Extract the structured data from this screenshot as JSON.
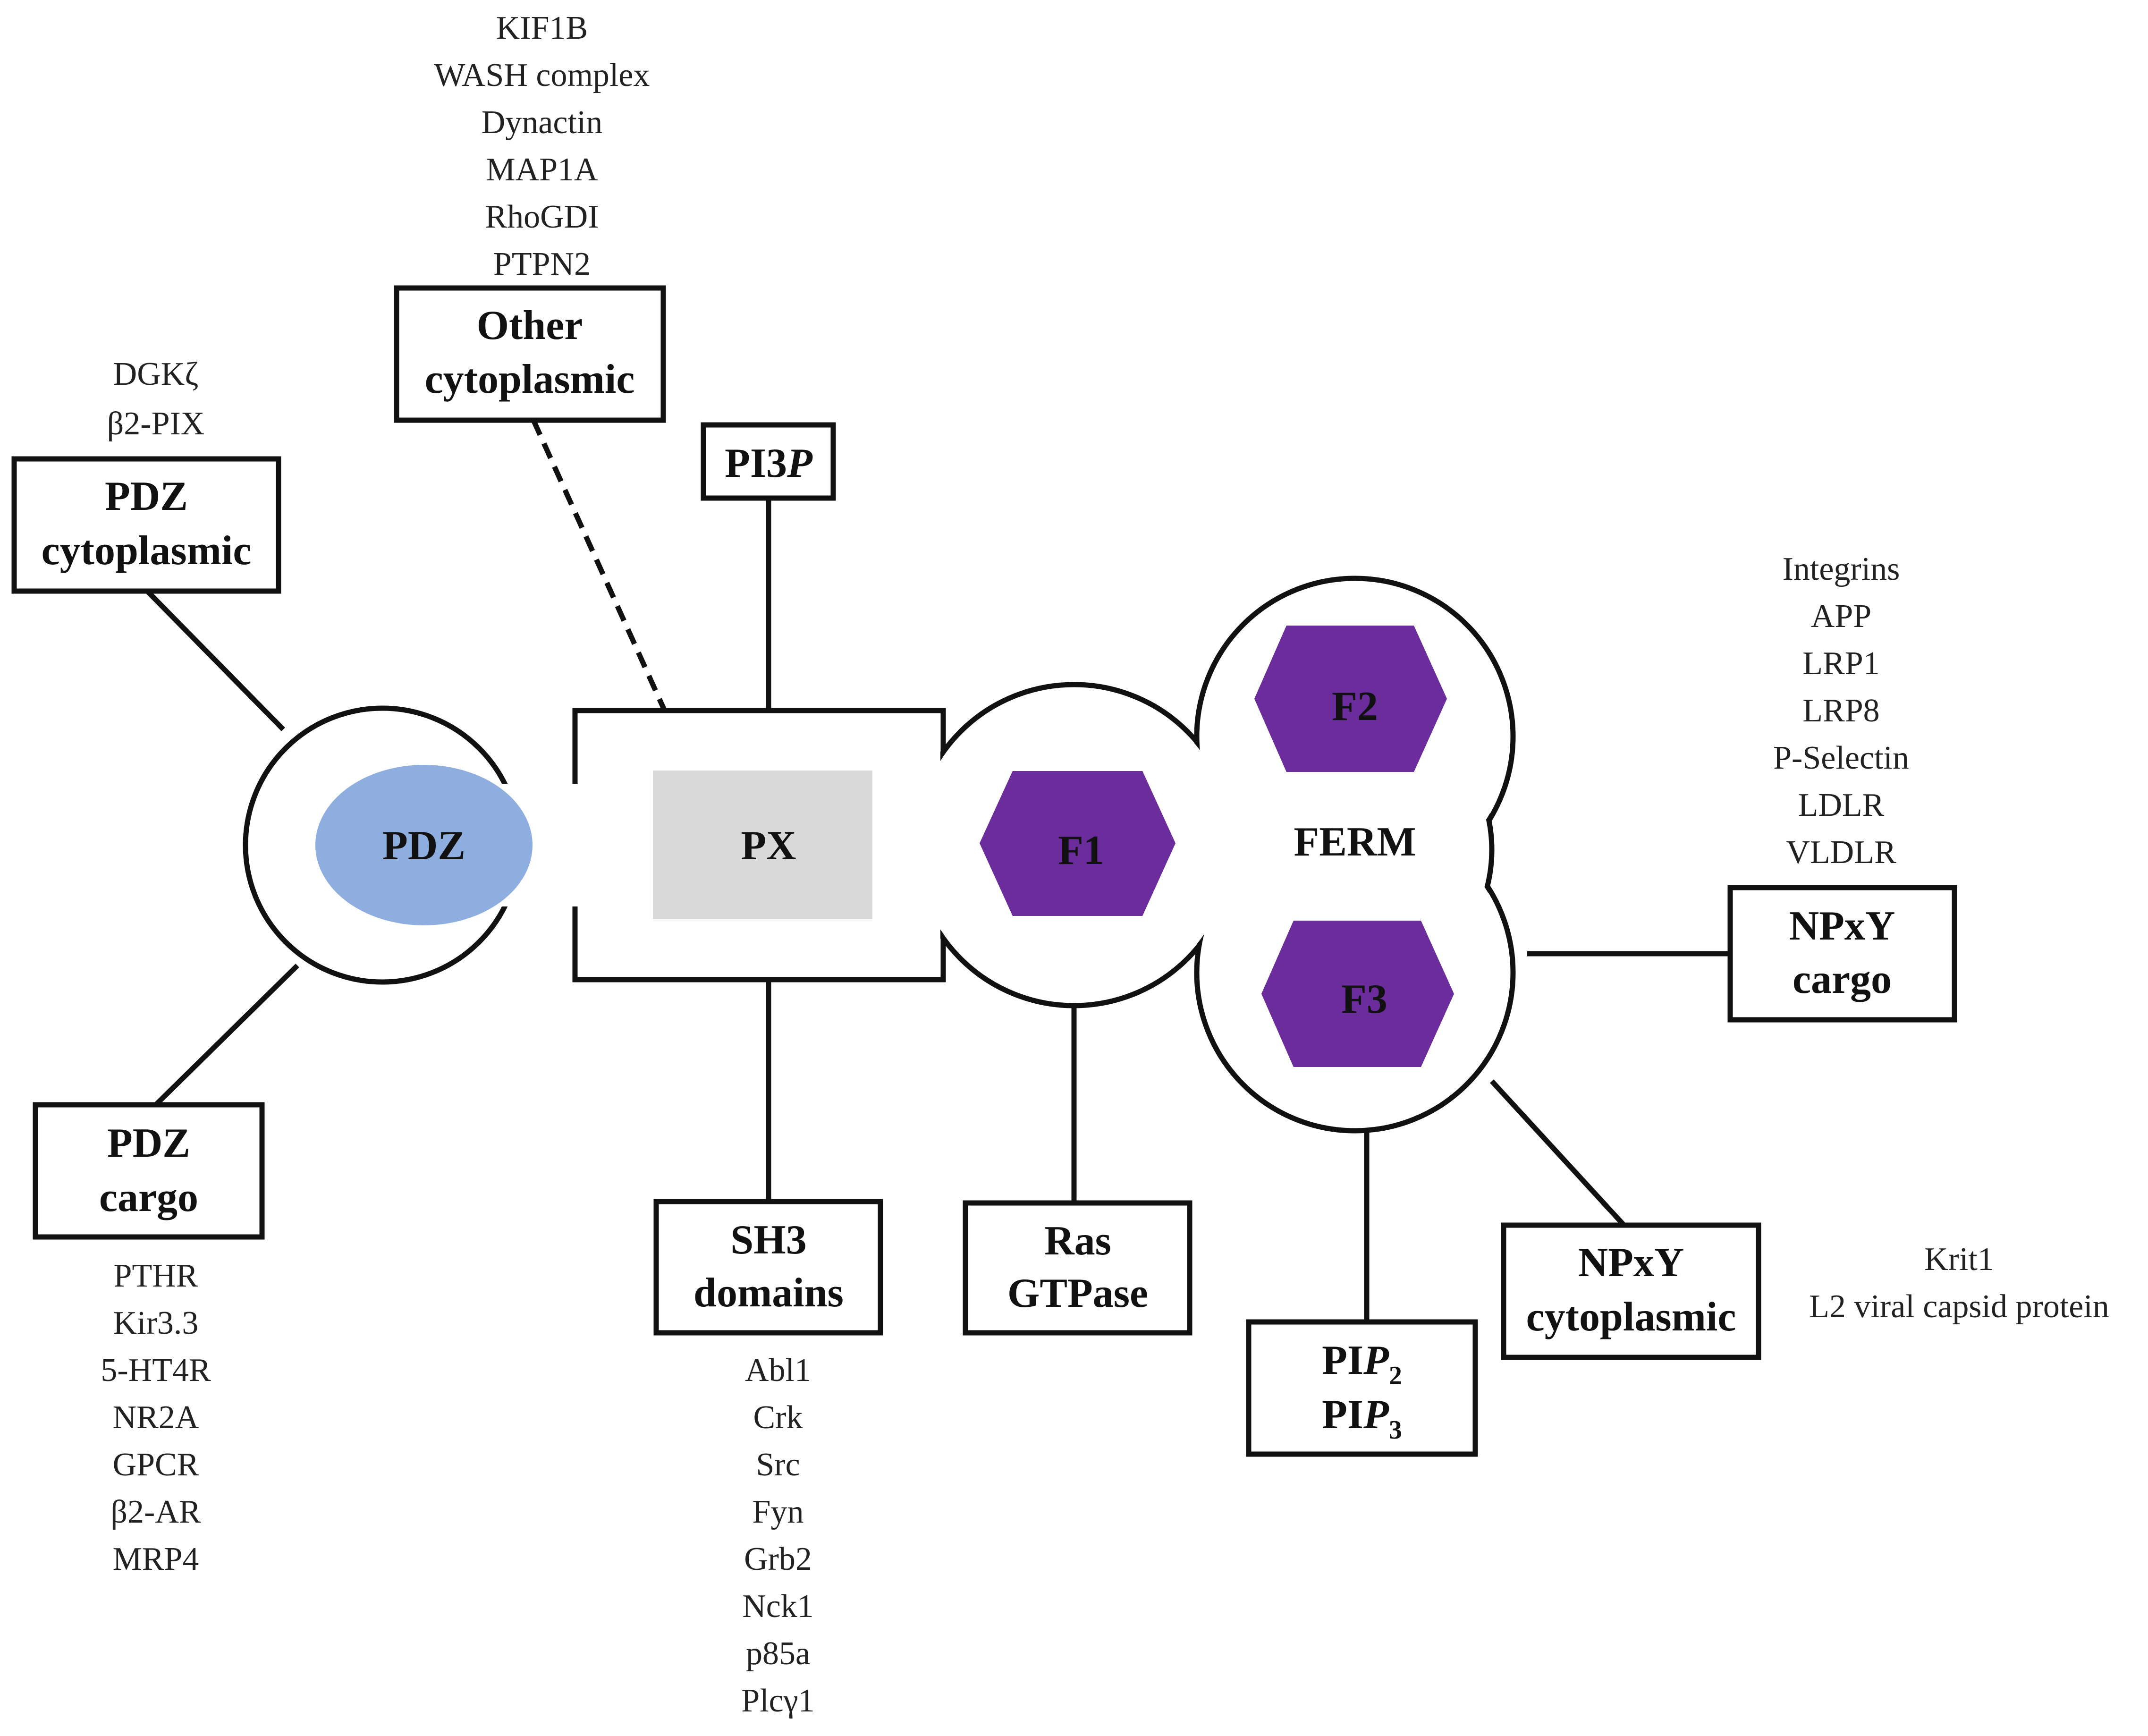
{
  "colors": {
    "pdz_fill": "#8eaee0",
    "px_fill": "#d9d9d9",
    "ferm_hex_fill": "#6b2c9c",
    "line": "#111111",
    "background": "#ffffff"
  },
  "domains": {
    "pdz": "PDZ",
    "px": "PX",
    "f1": "F1",
    "f2": "F2",
    "f3": "F3",
    "ferm": "FERM"
  },
  "boxes": {
    "other_cytoplasmic": [
      "Other",
      "cytoplasmic"
    ],
    "pi3p": {
      "prefix": "PI3",
      "italic": "P"
    },
    "pdz_cytoplasmic": [
      "PDZ",
      "cytoplasmic"
    ],
    "pdz_cargo": [
      "PDZ",
      "cargo"
    ],
    "sh3_domains": [
      "SH3",
      "domains"
    ],
    "ras_gtpase": [
      "Ras",
      "GTPase"
    ],
    "pip": {
      "line1": {
        "prefix": "PI",
        "italic": "P",
        "sub": "2"
      },
      "line2": {
        "prefix": "PI",
        "italic": "P",
        "sub": "3"
      }
    },
    "npxy_cytoplasmic": [
      "NPxY",
      "cytoplasmic"
    ],
    "npxy_cargo": [
      "NPxY",
      "cargo"
    ]
  },
  "lists": {
    "other_cytoplasmic": [
      "KIF1B",
      "WASH complex",
      "Dynactin",
      "MAP1A",
      "RhoGDI",
      "PTPN2"
    ],
    "pdz_cytoplasmic": [
      "DGKζ",
      "β2-PIX"
    ],
    "pdz_cargo": [
      "PTHR",
      "Kir3.3",
      "5-HT4R",
      "NR2A",
      "GPCR",
      "β2-AR",
      "MRP4"
    ],
    "sh3_domains": [
      "Abl1",
      "Crk",
      "Src",
      "Fyn",
      "Grb2",
      "Nck1",
      "p85a",
      "Plcγ1"
    ],
    "npxy_cargo": [
      "Integrins",
      "APP",
      "LRP1",
      "LRP8",
      "P-Selectin",
      "LDLR",
      "VLDLR"
    ],
    "npxy_cytoplasmic": [
      "Krit1",
      "L2 viral capsid protein"
    ]
  }
}
